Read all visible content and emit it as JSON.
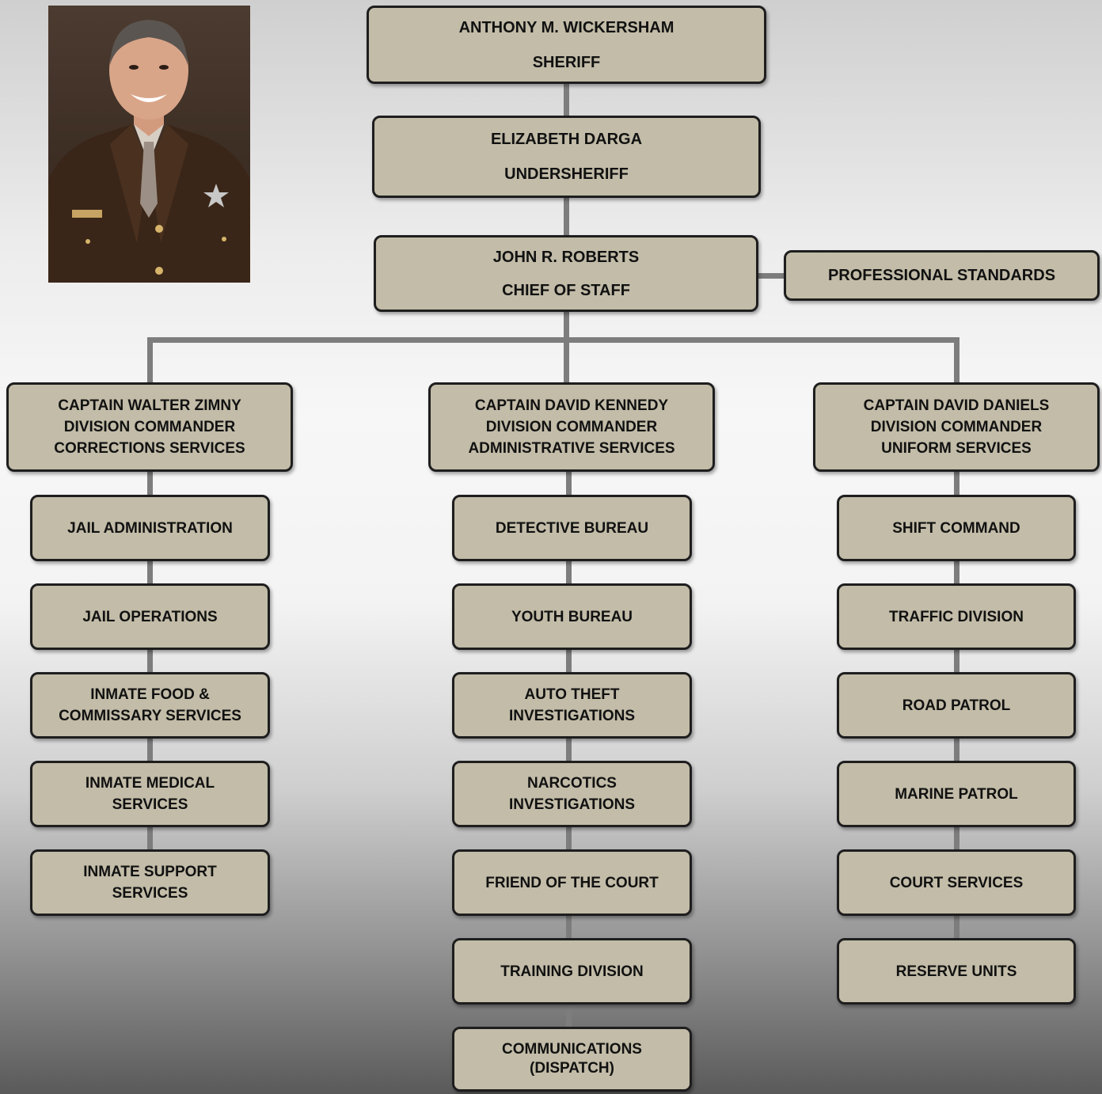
{
  "photo": {
    "alt": "Portrait of Sheriff"
  },
  "top": [
    {
      "name": "ANTHONY M. WICKERSHAM",
      "title": "SHERIFF"
    },
    {
      "name": "ELIZABETH DARGA",
      "title": "UNDERSHERIFF"
    },
    {
      "name": "JOHN R. ROBERTS",
      "title": "CHIEF OF STAFF"
    }
  ],
  "professional_standards": "PROFESSIONAL STANDARDS",
  "divisions": [
    {
      "lines": [
        "CAPTAIN WALTER ZIMNY",
        "DIVISION COMMANDER",
        "CORRECTIONS SERVICES"
      ],
      "units": [
        [
          "JAIL ADMINISTRATION"
        ],
        [
          "JAIL OPERATIONS"
        ],
        [
          "INMATE FOOD &",
          "COMMISSARY SERVICES"
        ],
        [
          "INMATE MEDICAL",
          "SERVICES"
        ],
        [
          "INMATE SUPPORT",
          "SERVICES"
        ]
      ]
    },
    {
      "lines": [
        "CAPTAIN DAVID KENNEDY",
        "DIVISION COMMANDER",
        "ADMINISTRATIVE SERVICES"
      ],
      "units": [
        [
          "DETECTIVE BUREAU"
        ],
        [
          "YOUTH BUREAU"
        ],
        [
          "AUTO THEFT",
          "INVESTIGATIONS"
        ],
        [
          "NARCOTICS",
          "INVESTIGATIONS"
        ],
        [
          "FRIEND OF THE COURT"
        ],
        [
          "TRAINING DIVISION"
        ],
        [
          "COMMUNICATIONS",
          "(DISPATCH)"
        ]
      ]
    },
    {
      "lines": [
        "CAPTAIN DAVID DANIELS",
        "DIVISION COMMANDER",
        "UNIFORM SERVICES"
      ],
      "units": [
        [
          "SHIFT COMMAND"
        ],
        [
          "TRAFFIC DIVISION"
        ],
        [
          "ROAD PATROL"
        ],
        [
          "MARINE PATROL"
        ],
        [
          "COURT SERVICES"
        ],
        [
          "RESERVE UNITS"
        ]
      ]
    }
  ]
}
